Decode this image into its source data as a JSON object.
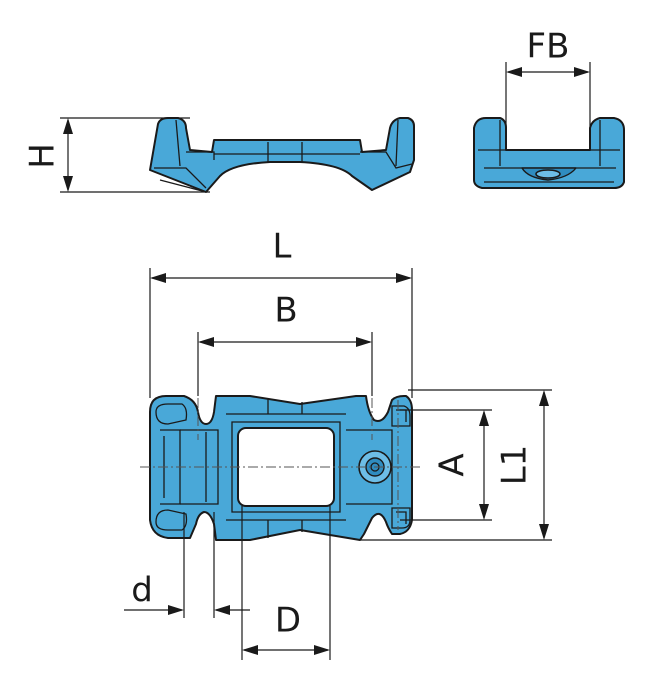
{
  "drawing": {
    "labels": {
      "H": "H",
      "FB": "FB",
      "L": "L",
      "B": "B",
      "A": "A",
      "L1": "L1",
      "d": "d",
      "D": "D"
    },
    "colors": {
      "part": "#49a8d8",
      "outline": "#1a1a1a",
      "background": "#ffffff"
    }
  }
}
